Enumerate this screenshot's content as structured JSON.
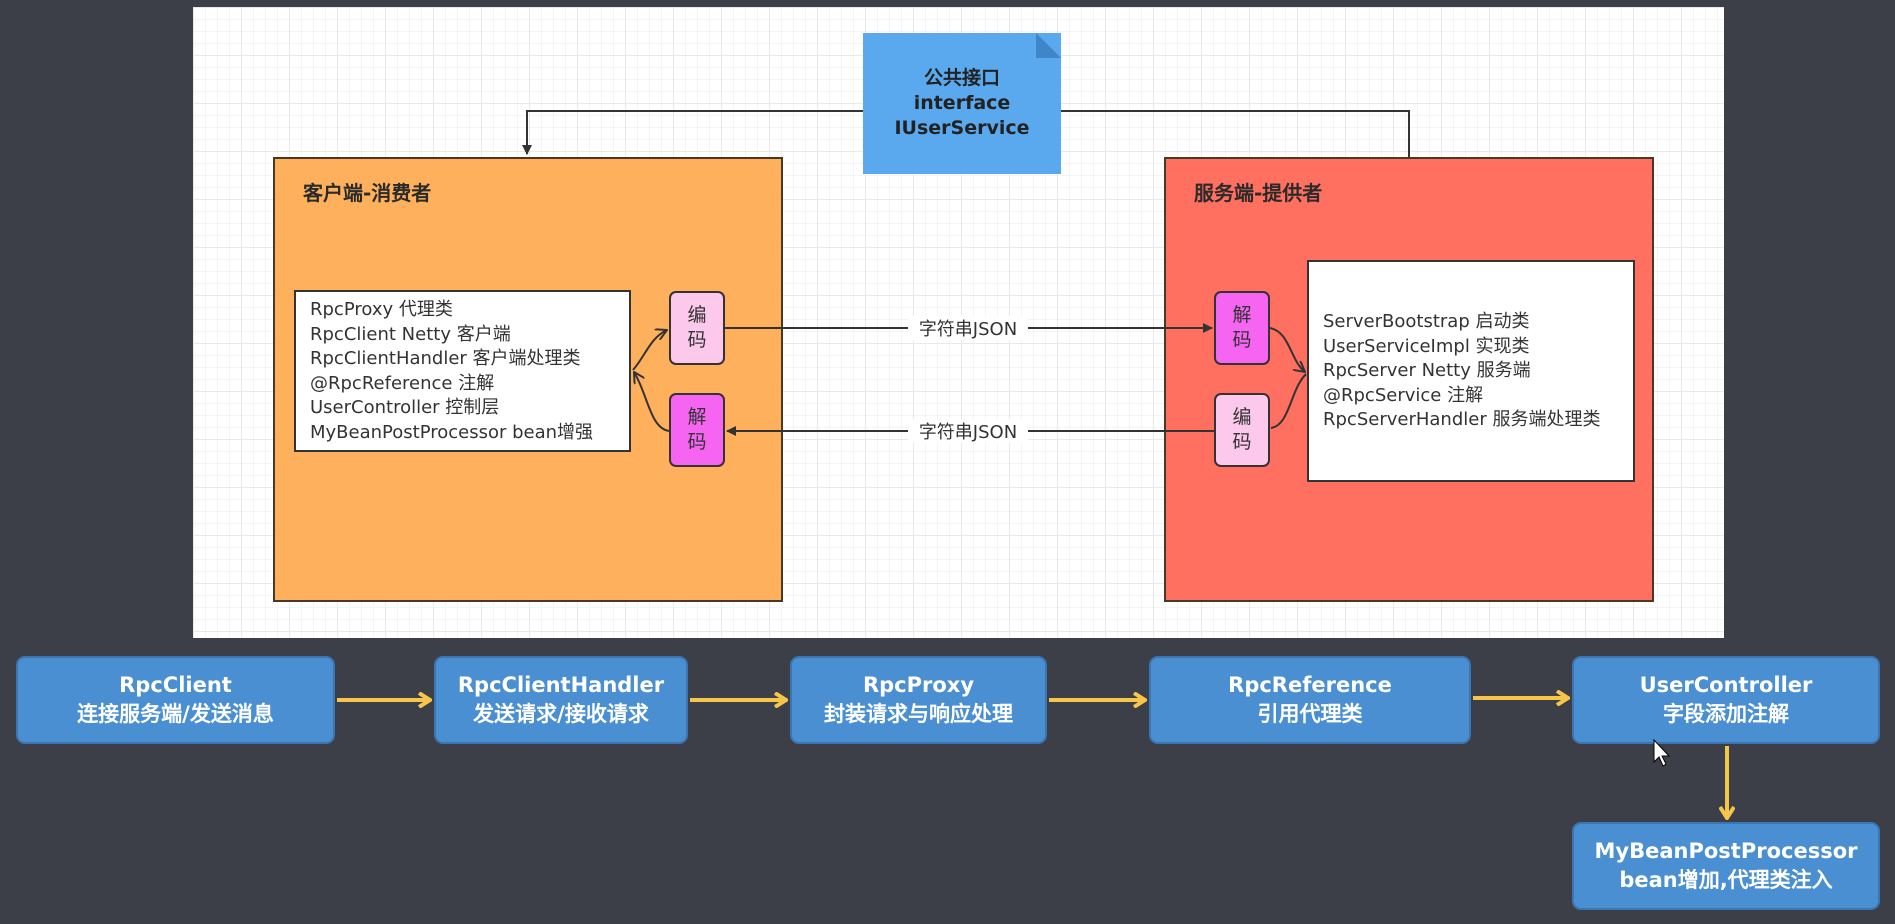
{
  "interface_note": {
    "line1": "公共接口",
    "line2": "interface",
    "line3": "IUserService"
  },
  "client": {
    "title": "客户端-消费者",
    "items": [
      "RpcProxy 代理类",
      "RpcClient Netty 客户端",
      "RpcClientHandler 客户端处理类",
      "@RpcReference   注解",
      "UserController 控制层",
      "MyBeanPostProcessor bean增强"
    ],
    "encode_label": "编码",
    "decode_label": "解码"
  },
  "server": {
    "title": "服务端-提供者",
    "items": [
      "ServerBootstrap 启动类",
      "UserServiceImpl 实现类",
      "RpcServer Netty 服务端",
      "@RpcService  注解",
      "RpcServerHandler 服务端处理类"
    ],
    "decode_label": "解码",
    "encode_label": "编码"
  },
  "edges": {
    "request_label": "字符串JSON",
    "response_label": "字符串JSON"
  },
  "flow": [
    {
      "title": "RpcClient",
      "subtitle": "连接服务端/发送消息"
    },
    {
      "title": "RpcClientHandler",
      "subtitle": "发送请求/接收请求"
    },
    {
      "title": "RpcProxy",
      "subtitle": "封装请求与响应处理"
    },
    {
      "title": "RpcReference",
      "subtitle": "引用代理类"
    },
    {
      "title": "UserController",
      "subtitle": "字段添加注解"
    },
    {
      "title": "MyBeanPostProcessor",
      "subtitle": "bean增加,代理类注入"
    }
  ],
  "colors": {
    "page_background": "#3c3f48",
    "client_section": "#ffb05c",
    "server_section": "#ff7060",
    "interface_note": "#5aa9ee",
    "codec_light": "#fcc8ec",
    "codec_dark": "#f565f2",
    "flow_node": "#4b8fd3",
    "flow_arrow": "#f6c64a"
  }
}
